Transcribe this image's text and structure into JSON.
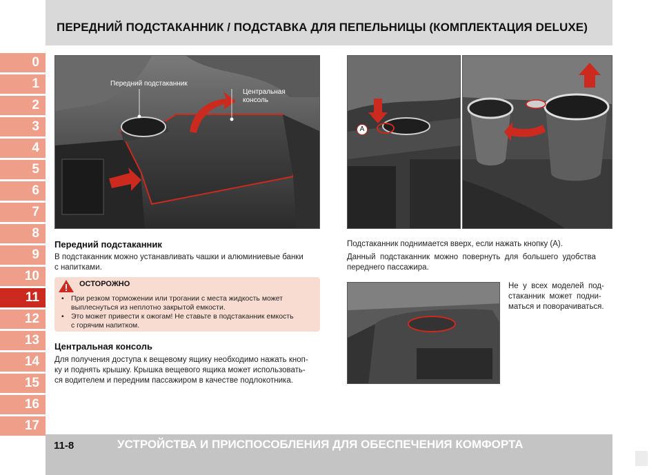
{
  "header": {
    "title": "ПЕРЕДНИЙ ПОДСТАКАННИК / ПОДСТАВКА ДЛЯ ПЕПЕЛЬНИЦЫ (КОМПЛЕКТАЦИЯ DELUXE)"
  },
  "tabs": [
    "0",
    "1",
    "2",
    "3",
    "4",
    "5",
    "6",
    "7",
    "8",
    "9",
    "10",
    "11",
    "12",
    "13",
    "14",
    "15",
    "16",
    "17"
  ],
  "active_tab": "11",
  "figure1": {
    "label_cupholder": "Передний подстаканник",
    "label_console_1": "Центральная",
    "label_console_2": "консоль"
  },
  "figure2": {
    "label_a": "A"
  },
  "left": {
    "section1_title": "Передний подстаканник",
    "section1_text_1": "В подстаканник можно устанавливать чашки и алюминиевые банки",
    "section1_text_2": "с напитками.",
    "warning": {
      "title": "ОСТОРОЖНО",
      "item1_line1": "При резком торможении или трогании с места жидкость может",
      "item1_line2": "выплеснуться из неплотно закрытой емкости.",
      "item2_line1": "Это может привести к ожогам! Не ставьте в подстаканник емкость",
      "item2_line2": "с горячим напитком.",
      "bullet": "•"
    },
    "section2_title": "Центральная консоль",
    "section2_line1": "Для получения доступа к вещевому ящику необходимо нажать кноп-",
    "section2_line2": "ку и поднять крышку. Крышка вещевого ящика может использовать-",
    "section2_line3": "ся водителем и передним пассажиром в качестве подлокотника."
  },
  "right": {
    "text1": "Подстаканник поднимается вверх, если нажать кнопку (A).",
    "text2_line1": "Данный  подстаканник  можно  повернуть  для  большего  удобства",
    "text2_line2": "переднего пассажира.",
    "note_line1": "Не  у  всех  моделей  под-",
    "note_line2": "стаканник  может  подни-",
    "note_line3": "маться и поворачиваться."
  },
  "footer": {
    "page": "11-8",
    "title": "УСТРОЙСТВА И ПРИСПОСОБЛЕНИЯ ДЛЯ ОБЕСПЕЧЕНИЯ КОМФОРТА"
  },
  "colors": {
    "accent": "#cc2a1e",
    "tab_inactive": "#ef9e8a",
    "header_bg": "#d9d9d9",
    "footer_bg": "#c4c4c4",
    "warning_bg": "#f8dcd2"
  }
}
